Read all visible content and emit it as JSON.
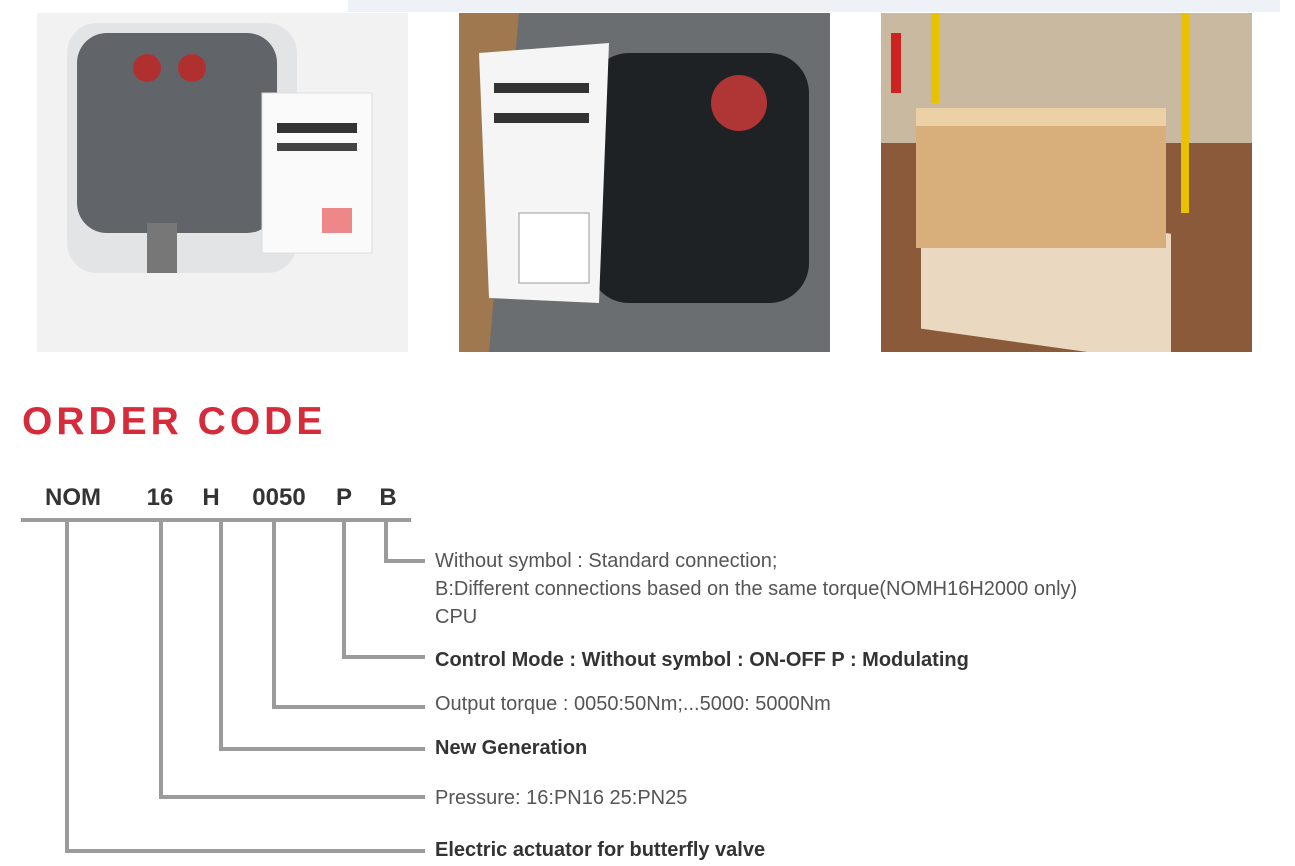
{
  "photos": [
    {
      "name": "actuator-in-plastic-with-manual",
      "icon": "product-photo"
    },
    {
      "name": "actuator-in-box-with-manual",
      "icon": "product-photo"
    },
    {
      "name": "boxes-on-pallet-warehouse",
      "icon": "product-photo"
    }
  ],
  "title": "ORDER CODE",
  "code_parts": [
    "NOM",
    "16",
    "H",
    "0050",
    "P",
    "B"
  ],
  "descriptions": {
    "b_line1": "Without symbol : Standard connection;",
    "b_line2": "B:Different connections based on the same torque(NOMH16H2000 only)",
    "b_line3": "CPU",
    "p": "Control Mode : Without symbol : ON-OFF P : Modulating",
    "torque": "Output torque :  0050:50Nm;...5000: 5000Nm",
    "h": "New Generation",
    "pressure": "Pressure: 16:PN16 25:PN25",
    "nom": "Electric actuator for butterfly valve"
  },
  "colors": {
    "title": "#d52b3a",
    "lines": "#9b9b9b"
  }
}
